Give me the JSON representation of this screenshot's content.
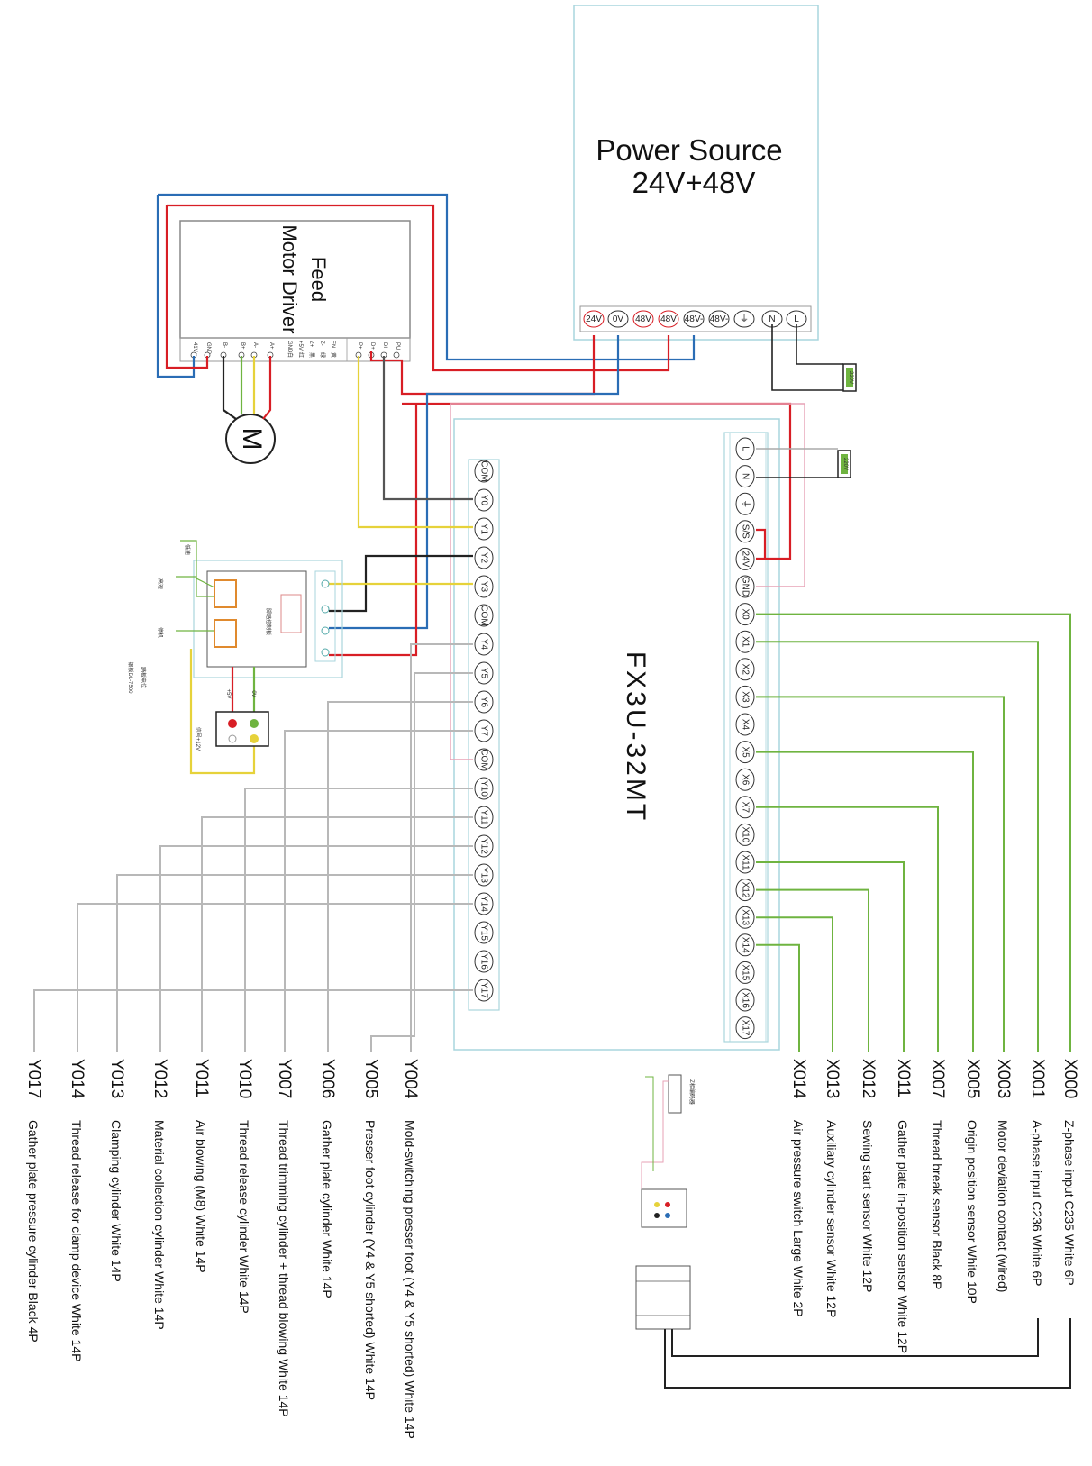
{
  "power_source": {
    "title_line1": "Power Source",
    "title_line2": "24V+48V",
    "terminals": [
      "24V",
      "0V",
      "48V",
      "48V",
      "48V-",
      "48V-",
      "⏚",
      "N",
      "L"
    ]
  },
  "feed_driver": {
    "title_line1": "Feed",
    "title_line2": "Motor Driver",
    "left_terminals": [
      "41V+",
      "GND",
      "B-",
      "B+",
      "A-",
      "A+"
    ],
    "mid_terminals": [
      "GND",
      "+5V",
      "Z+",
      "Z-",
      "EN"
    ],
    "mid_color_labels": [
      "白",
      "红",
      "黑",
      "绿",
      "黄"
    ],
    "right_terminals": [
      "P+",
      "D+",
      "DI",
      "PU"
    ],
    "motor_label": "M"
  },
  "plc": {
    "model": "FX3U-32MT",
    "output_terminals": [
      "COM",
      "Y0",
      "Y1",
      "Y2",
      "Y3",
      "COM",
      "Y4",
      "Y5",
      "Y6",
      "Y7",
      "COM",
      "Y10",
      "Y11",
      "Y12",
      "Y13",
      "Y14",
      "Y15",
      "Y16",
      "Y17"
    ],
    "input_terminals": [
      "L",
      "N",
      "⏚",
      "S/S",
      "24V",
      "GND",
      "X0",
      "X1",
      "X2",
      "X3",
      "X4",
      "X5",
      "X6",
      "X7",
      "X10",
      "X11",
      "X12",
      "X13",
      "X14",
      "X15",
      "X16",
      "X17"
    ]
  },
  "pedal_board": {
    "title": "脚踏控制板",
    "side_labels": [
      "低速",
      "高速",
      "停机"
    ],
    "notes": [
      "信号+12V",
      "+5V",
      "0V"
    ],
    "caption_line1": "踏板电位",
    "caption_line2": "银板DL-7500"
  },
  "ac_labels": [
    "220V",
    "220V"
  ],
  "encoder_module": {
    "labels": [
      "Z相编码器"
    ]
  },
  "output_labels": [
    {
      "code": "Y004",
      "desc": "Mold-switching presser foot (Y4 & Y5 shorted) White 14P"
    },
    {
      "code": "Y005",
      "desc": "Presser foot cylinder (Y4 & Y5 shorted) White 14P"
    },
    {
      "code": "Y006",
      "desc": "Gather plate cylinder White 14P"
    },
    {
      "code": "Y007",
      "desc": "Thread trimming cylinder + thread blowing White 14P"
    },
    {
      "code": "Y010",
      "desc": "Thread release cylinder White 14P"
    },
    {
      "code": "Y011",
      "desc": "Air blowing (M8) White 14P"
    },
    {
      "code": "Y012",
      "desc": "Material collection cylinder White 14P"
    },
    {
      "code": "Y013",
      "desc": "Clamping cylinder White 14P"
    },
    {
      "code": "Y014",
      "desc": "Thread release for clamp device White 14P"
    },
    {
      "code": "Y017",
      "desc": "Gather plate pressure cylinder Black 4P"
    }
  ],
  "input_labels": [
    {
      "code": "X000",
      "desc": "Z-phase input C235 White 6P"
    },
    {
      "code": "X001",
      "desc": "A-phase input C236 White 6P"
    },
    {
      "code": "X003",
      "desc": "Motor deviation contact (wired)"
    },
    {
      "code": "X005",
      "desc": "Origin position sensor White 10P"
    },
    {
      "code": "X007",
      "desc": "Thread break sensor Black 8P"
    },
    {
      "code": "X011",
      "desc": "Gather plate in-position sensor White 12P"
    },
    {
      "code": "X012",
      "desc": "Sewing start sensor White 12P"
    },
    {
      "code": "X013",
      "desc": "Auxiliary cylinder sensor White 12P"
    },
    {
      "code": "X014",
      "desc": "Air pressure switch Large White 2P"
    }
  ],
  "colors": {
    "red": "#d81e25",
    "blue": "#2a6db5",
    "black": "#222222",
    "yellow": "#e6d23a",
    "green": "#6fb440",
    "gray": "#b8b8b8",
    "pink": "#e7a2b6",
    "cyan_box": "#a9d6dd"
  }
}
